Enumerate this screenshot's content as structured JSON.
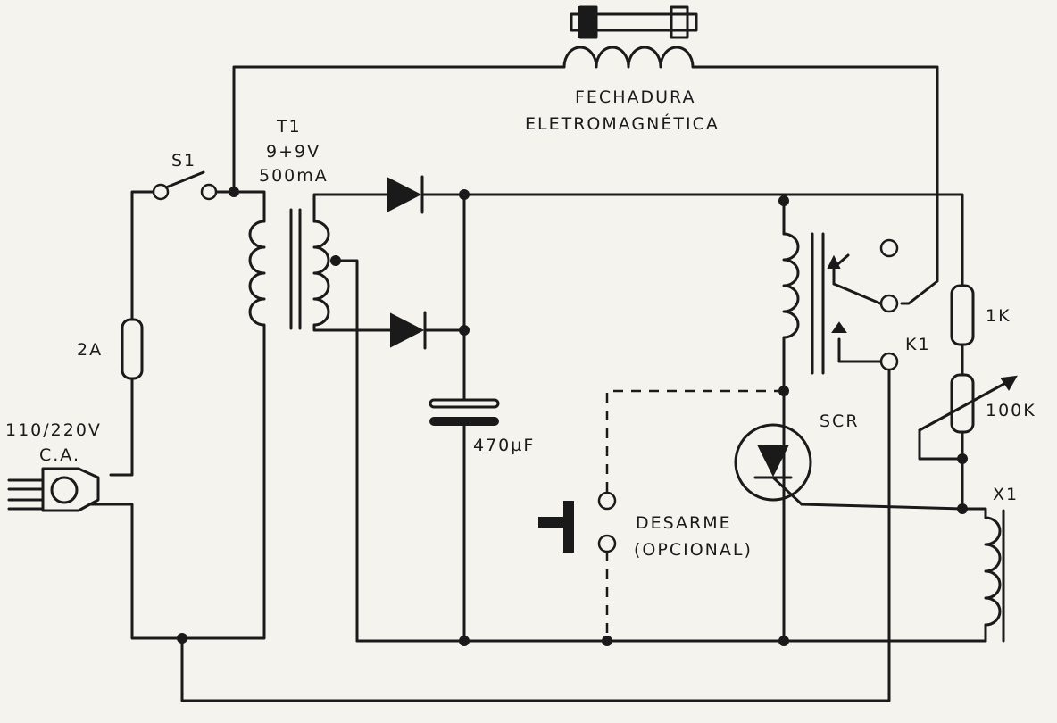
{
  "labels": {
    "lock_line1": "FECHADURA",
    "lock_line2": "ELETROMAGNÉTICA",
    "t1_name": "T1",
    "t1_voltage": "9+9V",
    "t1_current": "500mA",
    "s1": "S1",
    "fuse": "2A",
    "mains_voltage": "110/220V",
    "mains_type": "C.A.",
    "capacitor": "470µF",
    "r1": "1K",
    "relay": "K1",
    "pot": "100K",
    "scr": "SCR",
    "coil_x1": "X1",
    "disarm_line1": "DESARME",
    "disarm_line2": "(OPCIONAL)"
  }
}
